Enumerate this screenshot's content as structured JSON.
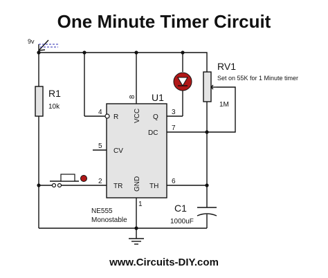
{
  "title": "One Minute Timer Circuit",
  "footer": "www.Circuits-DIY.com",
  "supply_label": "9v",
  "r1": {
    "ref": "R1",
    "value": "10k"
  },
  "rv1": {
    "ref": "RV1",
    "note": "Set on 55K for 1 Minute timer",
    "value": "1M"
  },
  "u1": {
    "ref": "U1",
    "part": "NE555",
    "mode": "Monostable"
  },
  "c1": {
    "ref": "C1",
    "value": "1000uF"
  },
  "pins": {
    "r": "R",
    "vcc": "VCC",
    "q": "Q",
    "dc": "DC",
    "cv": "CV",
    "tr": "TR",
    "gnd": "GND",
    "th": "TH",
    "n4": "4",
    "n8": "8",
    "n3": "3",
    "n7": "7",
    "n5": "5",
    "n2": "2",
    "n1": "1",
    "n6": "6"
  },
  "colors": {
    "led_fill": "#b01818",
    "supply_label": "#2a2ab0",
    "body_fill": "#e4e4e4"
  }
}
